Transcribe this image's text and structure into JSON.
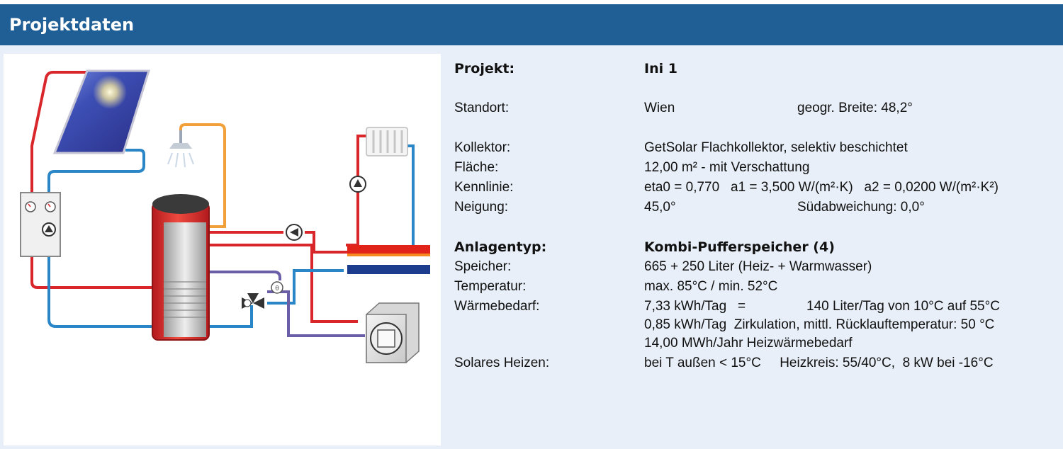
{
  "header": {
    "title": "Projektdaten"
  },
  "project": {
    "projekt_label": "Projekt:",
    "projekt_value": "Ini 1",
    "standort_label": "Standort:",
    "standort_value": "Wien",
    "breite": "geogr. Breite: 48,2°",
    "kollektor_label": "Kollektor:",
    "kollektor_value": "GetSolar Flachkollektor, selektiv beschichtet",
    "flaeche_label": "Fläche:",
    "flaeche_value": "12,00 m² - mit Verschattung",
    "kennlinie_label": "Kennlinie:",
    "kennlinie_value": "eta0 = 0,770   a1 = 3,500 W/(m²·K)   a2 = 0,0200 W/(m²·K²)",
    "neigung_label": "Neigung:",
    "neigung_value": "45,0°",
    "suedabweichung": "Südabweichung: 0,0°",
    "anlagentyp_label": "Anlagentyp:",
    "anlagentyp_value": "Kombi-Pufferspeicher (4)",
    "speicher_label": "Speicher:",
    "speicher_value": "665 + 250 Liter (Heiz- + Warmwasser)",
    "temperatur_label": "Temperatur:",
    "temperatur_value": "max. 85°C / min. 52°C",
    "waermebedarf_label": "Wärmebedarf:",
    "waermebedarf_value1": "7,33 kWh/Tag   =",
    "waermebedarf_value1b": "140 Liter/Tag von 10°C auf 55°C",
    "waermebedarf_value2": "0,85 kWh/Tag  Zirkulation, mittl. Rücklauftemperatur: 50 °C",
    "waermebedarf_value3": "14,00 MWh/Jahr Heizwärmebedarf",
    "solares_label": "Solares Heizen:",
    "solares_value": "bei T außen < 15°C     Heizkreis: 55/40°C,  8 kW bei -16°C"
  },
  "colors": {
    "header_bg": "#1f5f95",
    "hot_pipe": "#d9262b",
    "cold_pipe": "#2a86c6",
    "warm_water_pipe": "#f2a13a",
    "circulation_pipe": "#6b5ea8"
  },
  "icons": [
    "solar-collector-icon",
    "shower-icon",
    "radiator-icon",
    "storage-tank-icon",
    "pump-icon",
    "mixing-valve-icon",
    "boiler-icon",
    "heat-exchanger-icon",
    "controller-icon"
  ]
}
